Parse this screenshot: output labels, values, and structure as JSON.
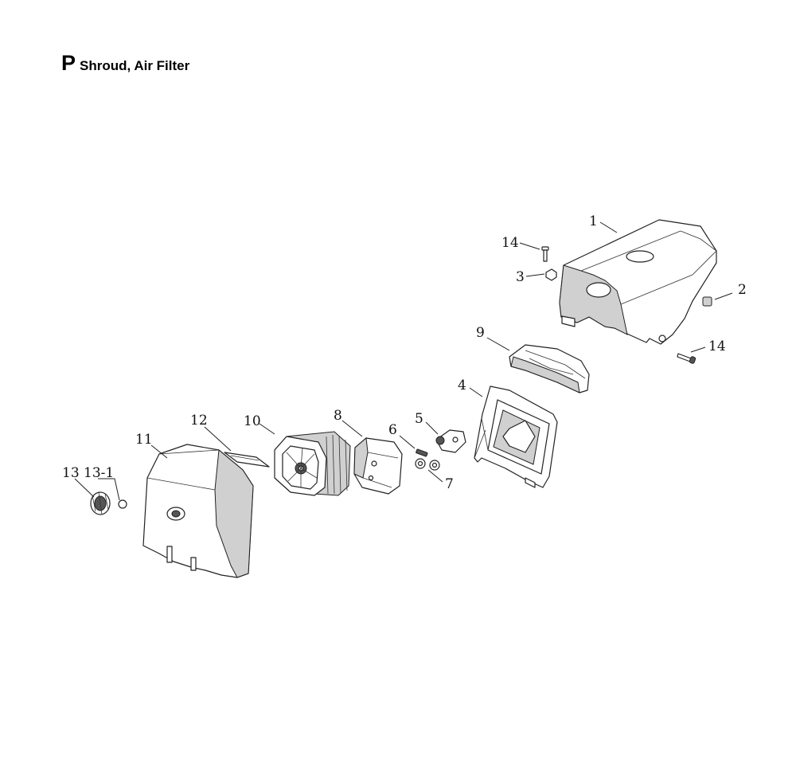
{
  "header": {
    "section_letter": "P",
    "title": "Shroud, Air Filter"
  },
  "callouts": {
    "c1": "1",
    "c2": "2",
    "c3": "3",
    "c4": "4",
    "c5": "5",
    "c6": "6",
    "c7": "7",
    "c8": "8",
    "c9": "9",
    "c10": "10",
    "c11": "11",
    "c12": "12",
    "c13": "13",
    "c13_1": "13-1",
    "c14_top": "14",
    "c14_bottom": "14"
  }
}
